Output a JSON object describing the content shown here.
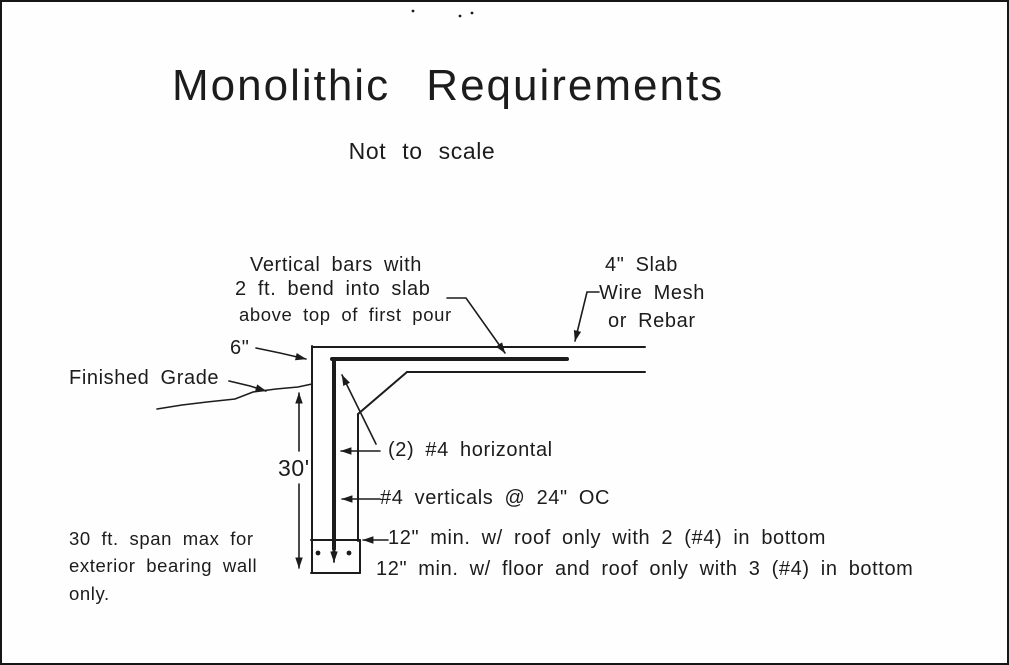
{
  "title": "Monolithic Requirements",
  "subtitle": "Not to scale",
  "annotations": {
    "vertical_bars_line1": "Vertical bars with",
    "vertical_bars_line2": "2 ft. bend into slab",
    "vertical_bars_line3": "above top of first pour",
    "slab_line1": "4\" Slab",
    "slab_line2": "Wire Mesh",
    "slab_line3": "or Rebar",
    "six_inch": "6\"",
    "finished_grade": "Finished Grade",
    "wall_height": "30'",
    "horizontal_bars": "(2) #4 horizontal",
    "vertical_bar_spacing": "#4 verticals @ 24\" OC",
    "footing_roof_only": "12\" min. w/ roof only with 2 (#4) in bottom",
    "footing_floor_roof": "12\" min. w/ floor and roof only with 3 (#4) in bottom",
    "span_note_line1": "30 ft. span max for",
    "span_note_line2": "exterior bearing wall",
    "span_note_line3": "only."
  },
  "colors": {
    "ink": "#1c1c1c",
    "paper": "#fefefe"
  }
}
